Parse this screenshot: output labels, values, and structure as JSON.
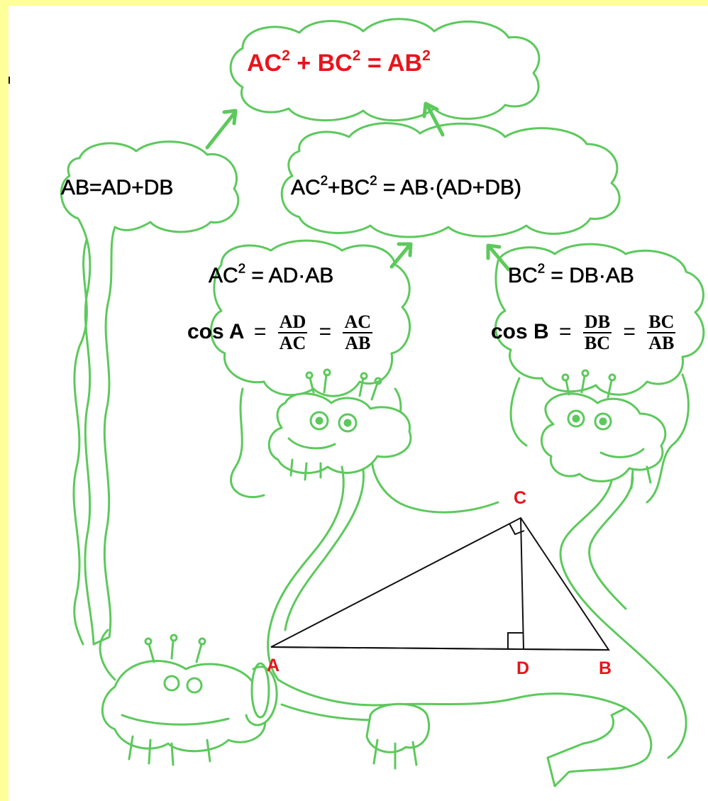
{
  "colors": {
    "background": "#ffff99",
    "dragon": "#5cc95c",
    "dragon_fill": "#ffffff",
    "accent_red": "#e8141b",
    "text": "#000000"
  },
  "top_formula": {
    "left": "AC",
    "left_exp": "2",
    "plus": "+",
    "mid": "BC",
    "mid_exp": "2",
    "eq": "=",
    "right": "AB",
    "right_exp": "2"
  },
  "sum_formula": "AB=AD+DB",
  "product_formula": {
    "a": "AC",
    "a_exp": "2",
    "b": "+BC",
    "b_exp": "2",
    "rest": "= AB·(AD+DB)"
  },
  "left_leg": {
    "lhs": "AC",
    "lhs_exp": "2",
    "rhs": "= AD·AB",
    "cos_label": "cos A",
    "frac1_num": "AD",
    "frac1_den": "AC",
    "frac2_num": "AC",
    "frac2_den": "AB",
    "eq": "="
  },
  "right_leg": {
    "lhs": "BC",
    "lhs_exp": "2",
    "rhs": "= DB·AB",
    "cos_label": "cos B",
    "frac1_num": "DB",
    "frac1_den": "BC",
    "frac2_num": "BC",
    "frac2_den": "AB",
    "eq": "="
  },
  "triangle_points": {
    "A": "A",
    "B": "B",
    "C": "C",
    "D": "D"
  }
}
